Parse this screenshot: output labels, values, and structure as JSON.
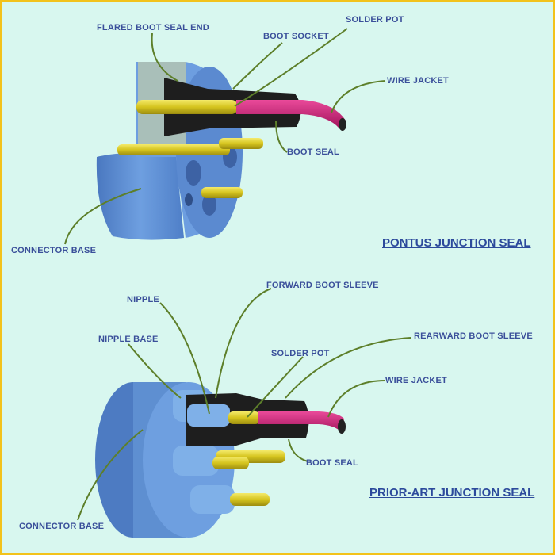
{
  "top": {
    "title": "PONTUS JUNCTION SEAL",
    "labels": {
      "flared_boot_seal_end": "FLARED BOOT SEAL END",
      "boot_socket": "BOOT SOCKET",
      "solder_pot": "SOLDER POT",
      "wire_jacket": "WIRE JACKET",
      "boot_seal": "BOOT SEAL",
      "connector_base": "CONNECTOR BASE"
    }
  },
  "bottom": {
    "title": "PRIOR-ART JUNCTION SEAL",
    "labels": {
      "nipple": "NIPPLE",
      "forward_boot_sleeve": "FORWARD BOOT SLEEVE",
      "nipple_base": "NIPPLE BASE",
      "solder_pot": "SOLDER POT",
      "rearward_boot_sleeve": "REARWARD BOOT SLEEVE",
      "wire_jacket": "WIRE JACKET",
      "boot_seal": "BOOT SEAL",
      "connector_base": "CONNECTOR BASE"
    }
  },
  "colors": {
    "background": "#d8f7ef",
    "border": "#f2c21b",
    "connector_blue": "#5e8fd1",
    "pin_gold": "#d9cc2a",
    "boot_black": "#1e1e1e",
    "wire_magenta": "#c8186e",
    "leader_green": "#5d7f2a",
    "label_blue": "#3a4f9a"
  }
}
